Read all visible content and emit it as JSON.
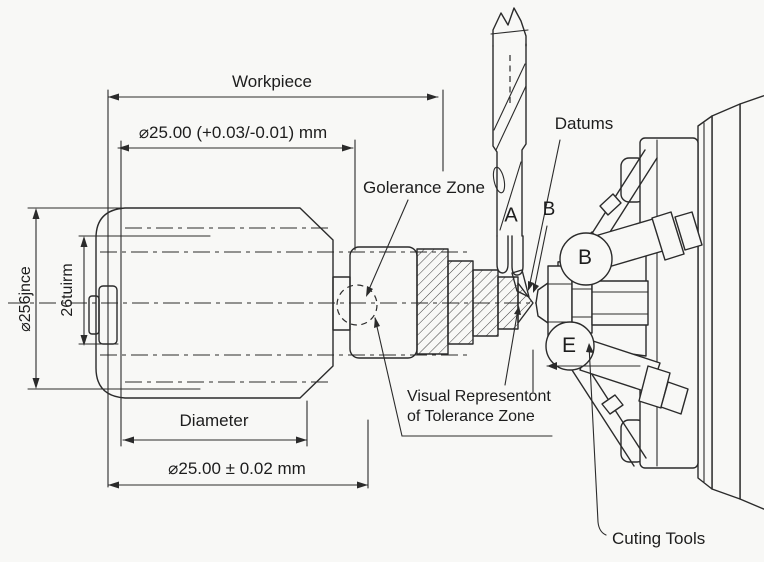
{
  "colors": {
    "background": "#f8f8f6",
    "line": "#2b2b2b",
    "text": "#1d1d1d"
  },
  "diagram": {
    "labels": {
      "workpiece": "Workpiece",
      "dimension_top": "⌀25.00 (+0.03/-0.01) mm",
      "tolerance_zone": "Golerance Zone",
      "datums": "Datums",
      "datum_a": "A",
      "datum_b": "B",
      "tool_b": "B",
      "tool_e": "E",
      "vertical_outer": "⌀256jnce",
      "vertical_inner": "26tuirm",
      "diameter": "Diameter",
      "dimension_bottom": "⌀25.00 ± 0.02 mm",
      "visual_rep_line1": "Visual Representont",
      "visual_rep_line2": "of Tolerance Zone",
      "cutting_tools": "Cuting Tools"
    }
  }
}
